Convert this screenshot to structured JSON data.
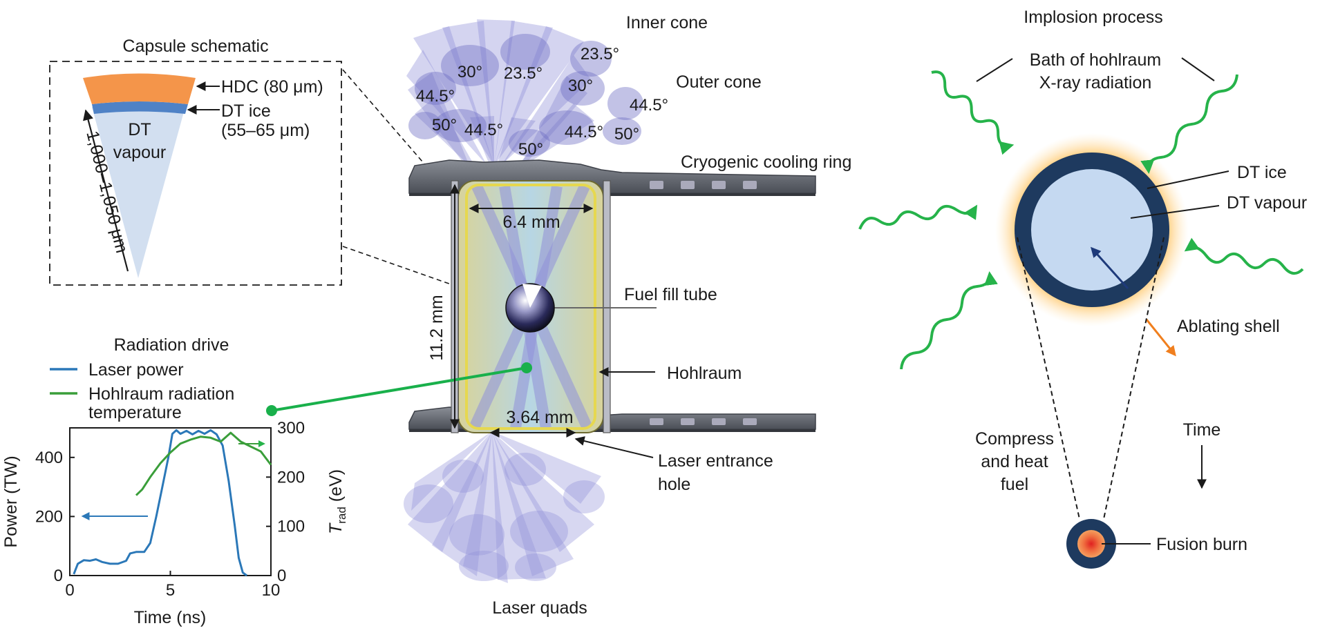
{
  "capsule": {
    "title": "Capsule schematic",
    "hdc": "HDC (80 μm)",
    "dt_ice_line1": "DT ice",
    "dt_ice_line2": "(55–65 μm)",
    "dt_vapour_line1": "DT",
    "dt_vapour_line2": "vapour",
    "radius": "1,000–1,050 μm"
  },
  "hohlraum": {
    "inner_cone": "Inner cone",
    "outer_cone": "Outer cone",
    "angles": [
      "30°",
      "23.5°",
      "23.5°",
      "30°",
      "44.5°",
      "44.5°",
      "50°",
      "44.5°",
      "44.5°",
      "50°",
      "50°"
    ],
    "cooling_ring": "Cryogenic cooling ring",
    "width_top": "6.4 mm",
    "height": "11.2 mm",
    "fuel_fill_tube": "Fuel fill tube",
    "hohlraum": "Hohlraum",
    "width_bottom": "3.64 mm",
    "laser_entrance_line1": "Laser entrance",
    "laser_entrance_line2": "hole",
    "laser_quads": "Laser quads",
    "colors": {
      "beam": "#8f8fd8",
      "wall": "#c9c36a",
      "ring": "#5c6068",
      "fiber": "#19b04b"
    }
  },
  "radiation": {
    "title": "Radiation drive",
    "legend_laser": "Laser power",
    "legend_hohl_line1": "Hohlraum radiation",
    "legend_hohl_line2": "temperature",
    "ylabel_left": "Power (TW)",
    "ylabel_right_main": "T",
    "ylabel_right_sub": "rad",
    "ylabel_right_unit": " (eV)",
    "xlabel": "Time (ns)",
    "xticks": [
      "0",
      "5",
      "10"
    ],
    "yticks_left": [
      "0",
      "200",
      "400"
    ],
    "yticks_right": [
      "0",
      "100",
      "200",
      "300"
    ],
    "colors": {
      "laser": "#2b78b8",
      "temp": "#3a9e3a"
    }
  },
  "chart_data": {
    "type": "line",
    "title": "Radiation drive",
    "xlabel": "Time (ns)",
    "ylabel": "Power (TW)",
    "ylabel_right": "Trad (eV)",
    "xlim": [
      0,
      10
    ],
    "ylim": [
      0,
      500
    ],
    "ylim_right": [
      0,
      300
    ],
    "series": [
      {
        "name": "Laser power",
        "axis": "left",
        "x": [
          0.2,
          0.4,
          0.7,
          1.0,
          1.3,
          1.6,
          2.0,
          2.4,
          2.8,
          3.0,
          3.3,
          3.7,
          4.0,
          4.3,
          4.6,
          4.9,
          5.1,
          5.3,
          5.5,
          5.8,
          6.1,
          6.4,
          6.7,
          7.0,
          7.3,
          7.6,
          7.9,
          8.2,
          8.4,
          8.6,
          8.8
        ],
        "y": [
          5,
          40,
          52,
          50,
          55,
          46,
          40,
          40,
          50,
          75,
          80,
          80,
          110,
          200,
          300,
          400,
          480,
          492,
          480,
          490,
          478,
          490,
          480,
          492,
          478,
          440,
          320,
          170,
          60,
          10,
          0
        ]
      },
      {
        "name": "Hohlraum radiation temperature",
        "axis": "right",
        "x": [
          3.3,
          3.6,
          4.0,
          4.5,
          5.0,
          5.5,
          6.0,
          6.5,
          7.0,
          7.5,
          8.0,
          8.5,
          9.0,
          9.5,
          10.0
        ],
        "y": [
          163,
          175,
          200,
          228,
          250,
          268,
          276,
          282,
          280,
          272,
          290,
          272,
          262,
          252,
          225
        ]
      }
    ]
  },
  "implosion": {
    "title": "Implosion process",
    "bath_line1": "Bath of hohlraum",
    "bath_line2": "X-ray radiation",
    "dt_ice": "DT ice",
    "dt_vapour": "DT vapour",
    "ablating": "Ablating shell",
    "compress_line1": "Compress",
    "compress_line2": "and heat",
    "compress_line3": "fuel",
    "time": "Time",
    "fusion_burn": "Fusion burn",
    "colors": {
      "shell": "#1e3a5f",
      "vapour": "#c5d9f1",
      "glow": "#ff9900",
      "waves": "#26b34a",
      "ablate_arrow": "#f07f1e"
    }
  }
}
